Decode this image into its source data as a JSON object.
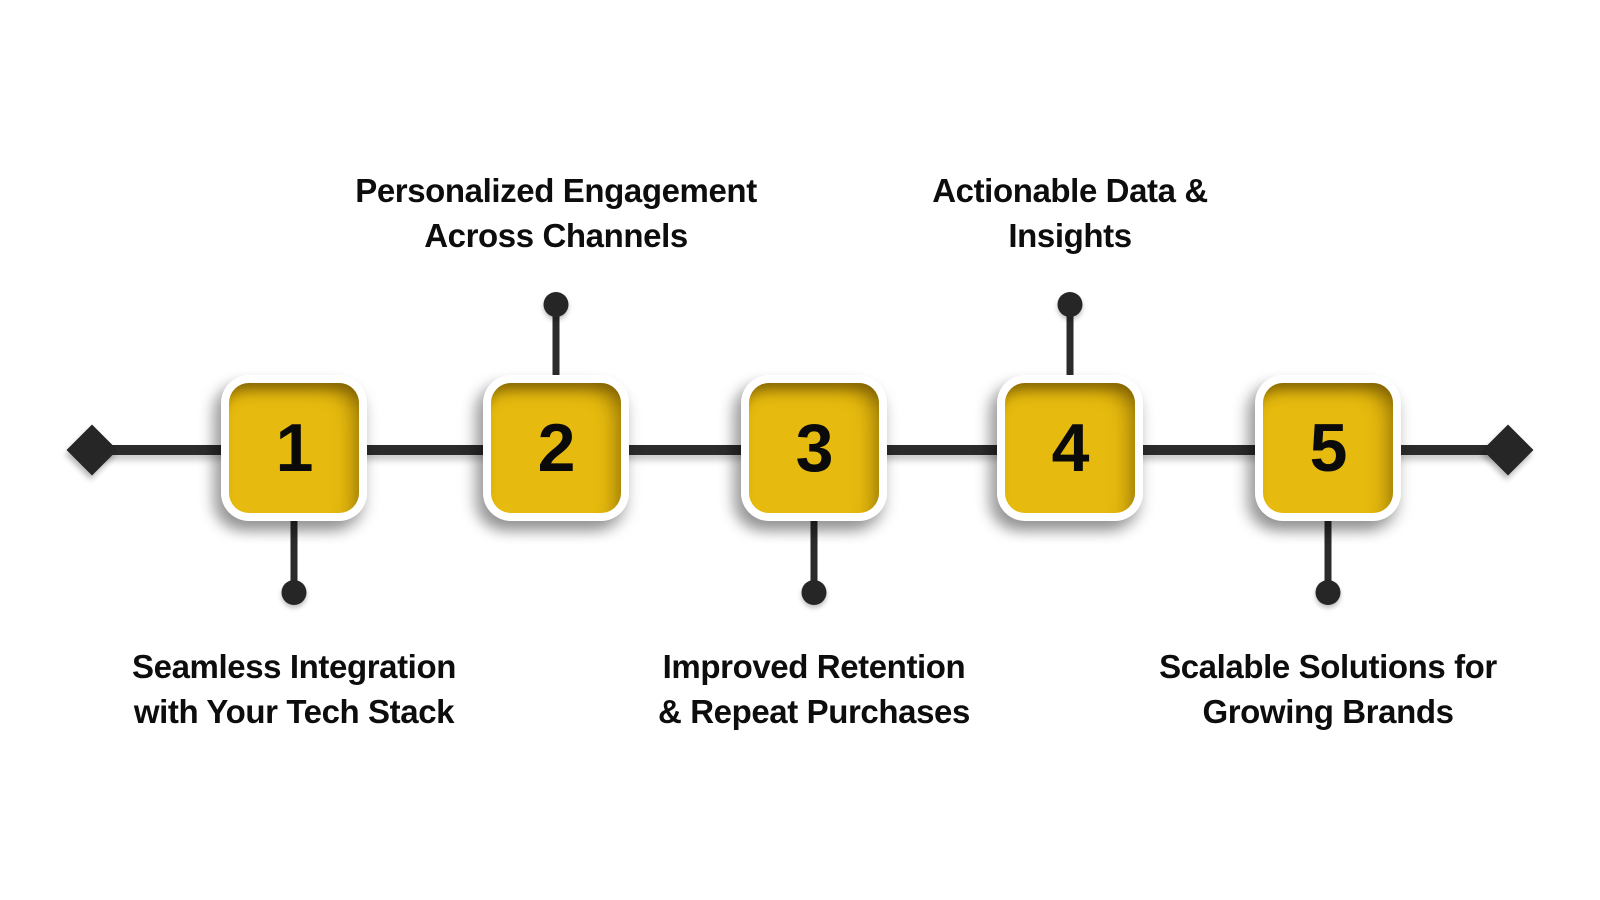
{
  "diagram": {
    "type": "horizontal-timeline",
    "steps": [
      {
        "number": "1",
        "label": "Seamless Integration\nwith Your Tech Stack",
        "label_side": "below"
      },
      {
        "number": "2",
        "label": "Personalized Engagement\nAcross Channels",
        "label_side": "above"
      },
      {
        "number": "3",
        "label": "Improved Retention\n& Repeat Purchases",
        "label_side": "below"
      },
      {
        "number": "4",
        "label": "Actionable Data &\nInsights",
        "label_side": "above"
      },
      {
        "number": "5",
        "label": "Scalable Solutions for\nGrowing Brands",
        "label_side": "below"
      }
    ],
    "colors": {
      "background": "#FFFFFF",
      "box_fill": "#E6BA0E",
      "box_border": "#FFFFFF",
      "box_inner_shadow": "#5F4600",
      "timeline": "#2B2B2B",
      "endpoint_diamond": "#262626",
      "connector_dot": "#262626",
      "text": "#0D0D0D"
    }
  }
}
